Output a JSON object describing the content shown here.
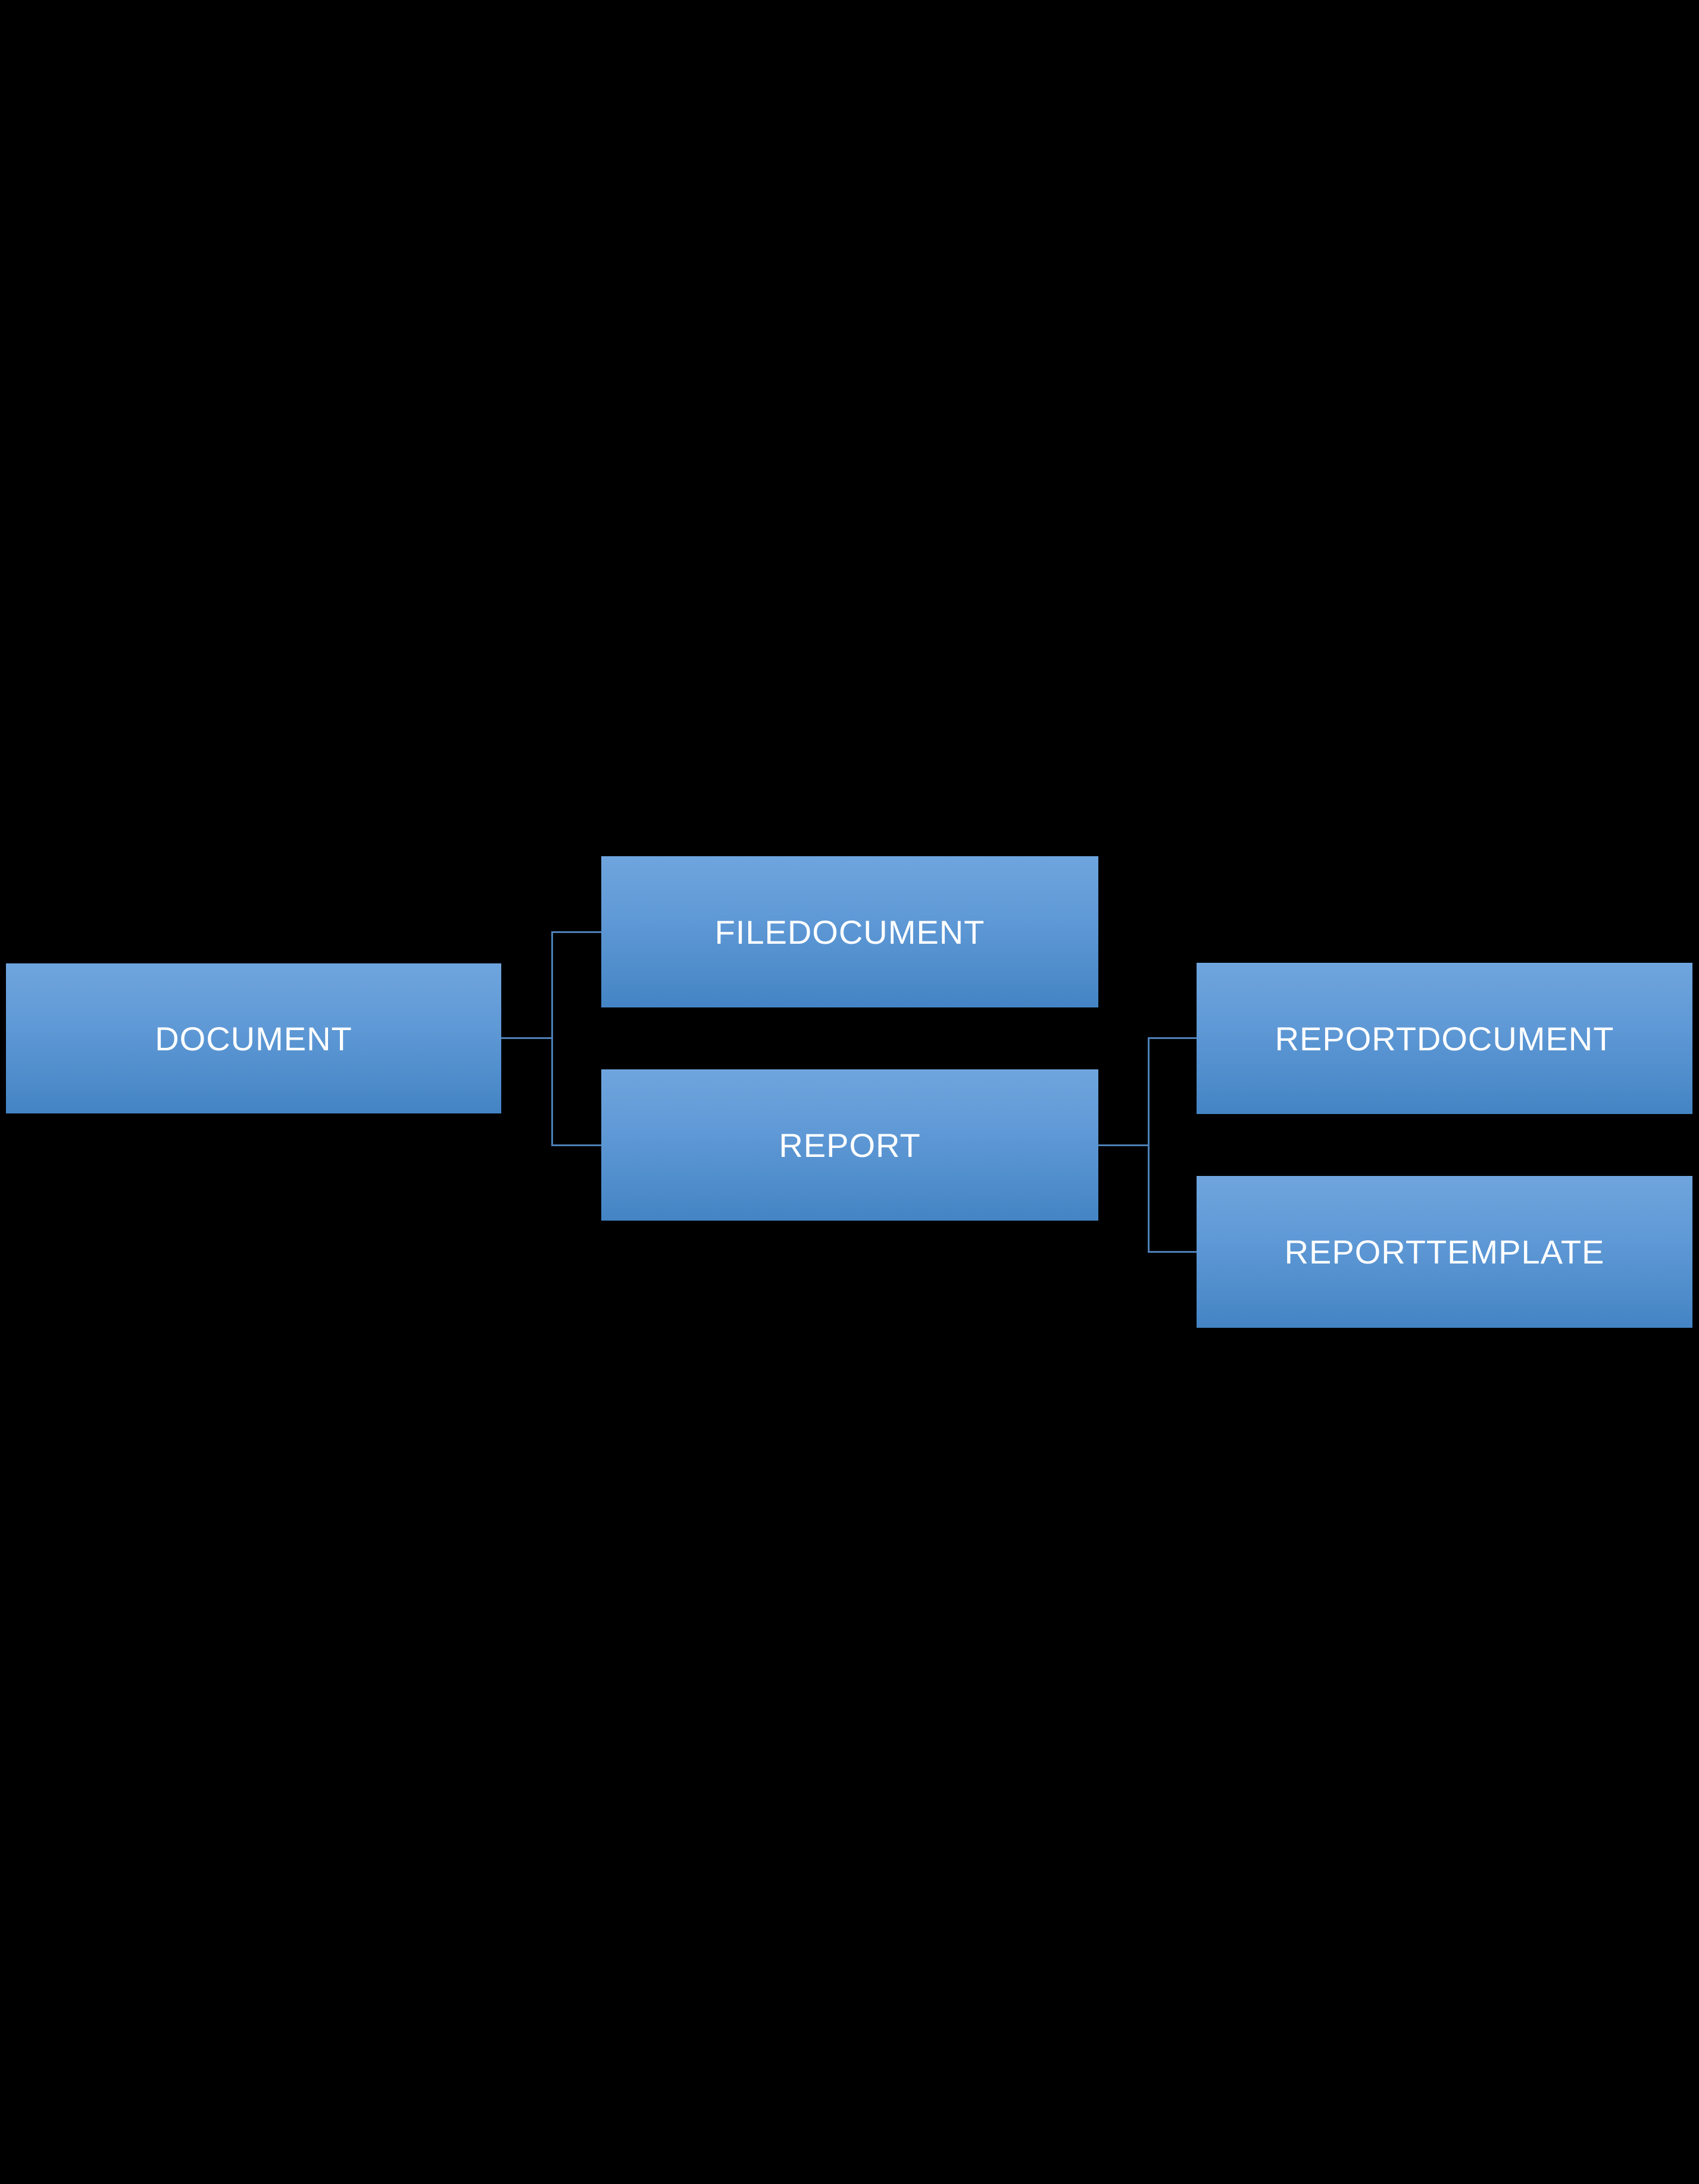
{
  "diagram": {
    "type": "hierarchy",
    "title": "",
    "nodes": [
      {
        "id": "document",
        "label": "DOCUMENT",
        "level": 1,
        "parent": null
      },
      {
        "id": "filedocument",
        "label": "FILEDOCUMENT",
        "level": 2,
        "parent": "document"
      },
      {
        "id": "report",
        "label": "REPORT",
        "level": 2,
        "parent": "document"
      },
      {
        "id": "reportdocument",
        "label": "REPORTDOCUMENT",
        "level": 3,
        "parent": "report"
      },
      {
        "id": "reporttemplate",
        "label": "REPORTTEMPLATE",
        "level": 3,
        "parent": "report"
      }
    ],
    "edges": [
      {
        "from": "document",
        "to": "filedocument"
      },
      {
        "from": "document",
        "to": "report"
      },
      {
        "from": "report",
        "to": "reportdocument"
      },
      {
        "from": "report",
        "to": "reporttemplate"
      }
    ],
    "colors": {
      "background": "#000000",
      "node_gradient_top": "#6fa5de",
      "node_gradient_mid": "#5f99d6",
      "node_gradient_bottom": "#4484c4",
      "connector": "#4d80b5",
      "text": "#ffffff"
    }
  }
}
